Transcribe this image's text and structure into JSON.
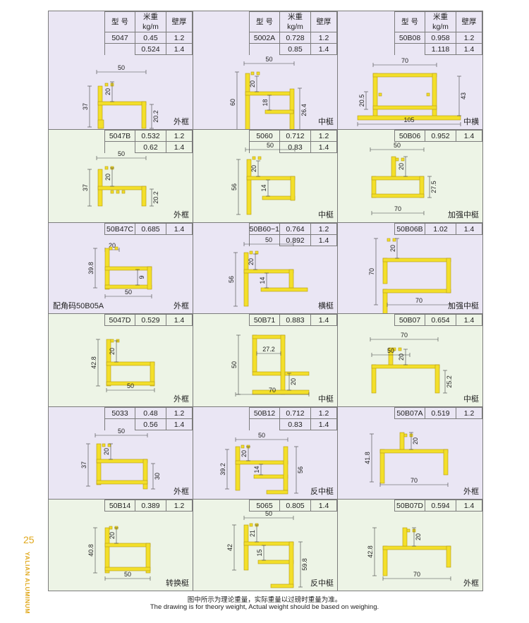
{
  "header": {
    "model": "型  号",
    "weight": "米重kg/m",
    "thickness": "壁厚"
  },
  "page_number": "25",
  "brand": "YALIAN ALUMINUM",
  "footer": {
    "cn": "图中所示为理论重量，实际重量以过磅时重量为准。",
    "en": "The drawing is for theory weight, Actual weight should be based on weighing."
  },
  "colors": {
    "profile": "#f3df2a",
    "purple": "#eae6f4",
    "green": "#edf4e6"
  },
  "cells": [
    {
      "rows": [
        [
          "5047",
          "0.45",
          "1.2"
        ],
        [
          "",
          "0.524",
          "1.4"
        ]
      ],
      "name": "外框",
      "dims": [
        "50",
        "20",
        "37",
        "20.2"
      ]
    },
    {
      "rows": [
        [
          "5002A",
          "0.728",
          "1.2"
        ],
        [
          "",
          "0.85",
          "1.4"
        ]
      ],
      "name": "中梃",
      "dims": [
        "50",
        "20",
        "60",
        "18",
        "26.4"
      ]
    },
    {
      "rows": [
        [
          "50B08",
          "0.958",
          "1.2"
        ],
        [
          "",
          "1.118",
          "1.4"
        ]
      ],
      "name": "中横",
      "dims": [
        "70",
        "20.5",
        "43",
        "105"
      ]
    },
    {
      "rows": [
        [
          "5047B",
          "0.532",
          "1.2"
        ],
        [
          "",
          "0.62",
          "1.4"
        ]
      ],
      "name": "外框",
      "dims": [
        "50",
        "20",
        "37",
        "20.2"
      ]
    },
    {
      "rows": [
        [
          "5060",
          "0.712",
          "1.2"
        ],
        [
          "",
          "0.83",
          "1.4"
        ]
      ],
      "name": "中梃",
      "dims": [
        "50",
        "20",
        "56",
        "14"
      ]
    },
    {
      "rows": [
        [
          "50B06",
          "0.952",
          "1.4"
        ]
      ],
      "name": "加强中梃",
      "dims": [
        "50",
        "20",
        "27.5",
        "70"
      ]
    },
    {
      "rows": [
        [
          "50B47C",
          "0.685",
          "1.4"
        ]
      ],
      "name": "外框",
      "note": "配角码50B05A",
      "dims": [
        "20",
        "39.8",
        "9",
        "50"
      ]
    },
    {
      "rows": [
        [
          "50B60−1",
          "0.764",
          "1.2"
        ],
        [
          "",
          "0.892",
          "1.4"
        ]
      ],
      "name": "横梃",
      "dims": [
        "50",
        "20",
        "56",
        "14"
      ]
    },
    {
      "rows": [
        [
          "50B06B",
          "1.02",
          "1.4"
        ]
      ],
      "name": "加强中梃",
      "dims": [
        "20",
        "70",
        "70"
      ]
    },
    {
      "rows": [
        [
          "5047D",
          "0.529",
          "1.4"
        ]
      ],
      "name": "外框",
      "dims": [
        "20",
        "42.8",
        "50"
      ]
    },
    {
      "rows": [
        [
          "50B71",
          "0.883",
          "1.4"
        ]
      ],
      "name": "中梃",
      "dims": [
        "27.2",
        "50",
        "20",
        "70"
      ]
    },
    {
      "rows": [
        [
          "50B07",
          "0.654",
          "1.4"
        ]
      ],
      "name": "中梃",
      "dims": [
        "70",
        "50",
        "20",
        "25.2"
      ]
    },
    {
      "rows": [
        [
          "5033",
          "0.48",
          "1.2"
        ],
        [
          "",
          "0.56",
          "1.4"
        ]
      ],
      "name": "外框",
      "dims": [
        "50",
        "20",
        "37",
        "30"
      ]
    },
    {
      "rows": [
        [
          "50B12",
          "0.712",
          "1.2"
        ],
        [
          "",
          "0.83",
          "1.4"
        ]
      ],
      "name": "反中梃",
      "dims": [
        "50",
        "20",
        "39.2",
        "14",
        "56"
      ]
    },
    {
      "rows": [
        [
          "50B07A",
          "0.519",
          "1.2"
        ]
      ],
      "name": "外框",
      "dims": [
        "20",
        "41.8",
        "70"
      ]
    },
    {
      "rows": [
        [
          "50B14",
          "0.389",
          "1.2"
        ]
      ],
      "name": "转换梃",
      "dims": [
        "20",
        "40.8",
        "50"
      ]
    },
    {
      "rows": [
        [
          "5065",
          "0.805",
          "1.4"
        ]
      ],
      "name": "反中梃",
      "dims": [
        "50",
        "21",
        "42",
        "15",
        "59.8"
      ]
    },
    {
      "rows": [
        [
          "50B07D",
          "0.594",
          "1.4"
        ]
      ],
      "name": "外框",
      "dims": [
        "20",
        "42.8",
        "70"
      ]
    }
  ]
}
